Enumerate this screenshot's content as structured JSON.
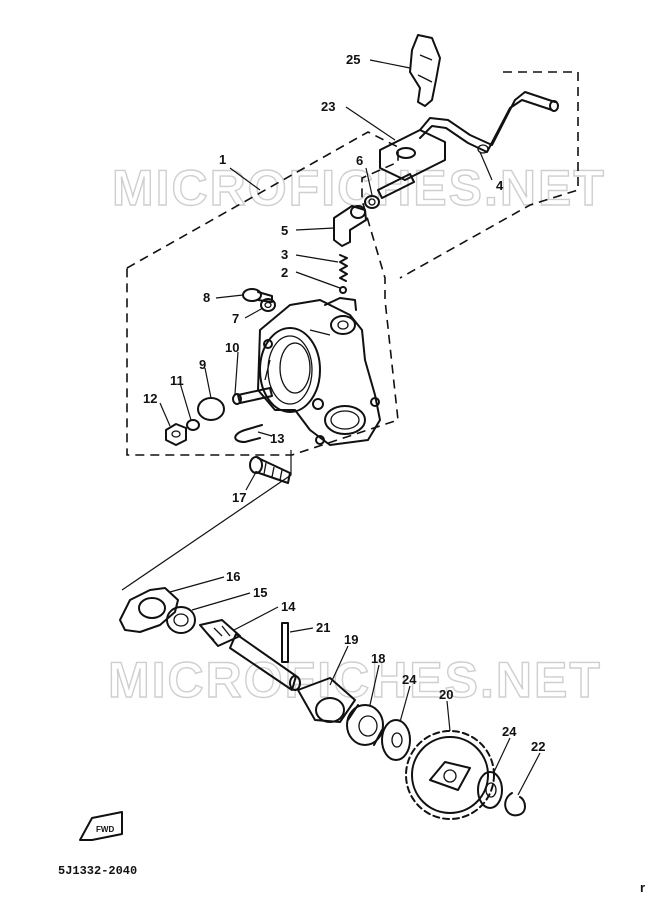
{
  "watermark": "MICROFICHES.NET",
  "diagram_code": "5J1332-2040",
  "fwd_label": "FWD",
  "corner_mark": "r",
  "callouts": {
    "c1": "1",
    "c2": "2",
    "c3": "3",
    "c4": "4",
    "c5": "5",
    "c6": "6",
    "c7": "7",
    "c8": "8",
    "c9": "9",
    "c10": "10",
    "c11": "11",
    "c12": "12",
    "c13": "13",
    "c14": "14",
    "c15": "15",
    "c16": "16",
    "c17": "17",
    "c18": "18",
    "c19": "19",
    "c20": "20",
    "c21": "21",
    "c22": "22",
    "c23": "23",
    "c24a": "24",
    "c24b": "24",
    "c25": "25"
  }
}
